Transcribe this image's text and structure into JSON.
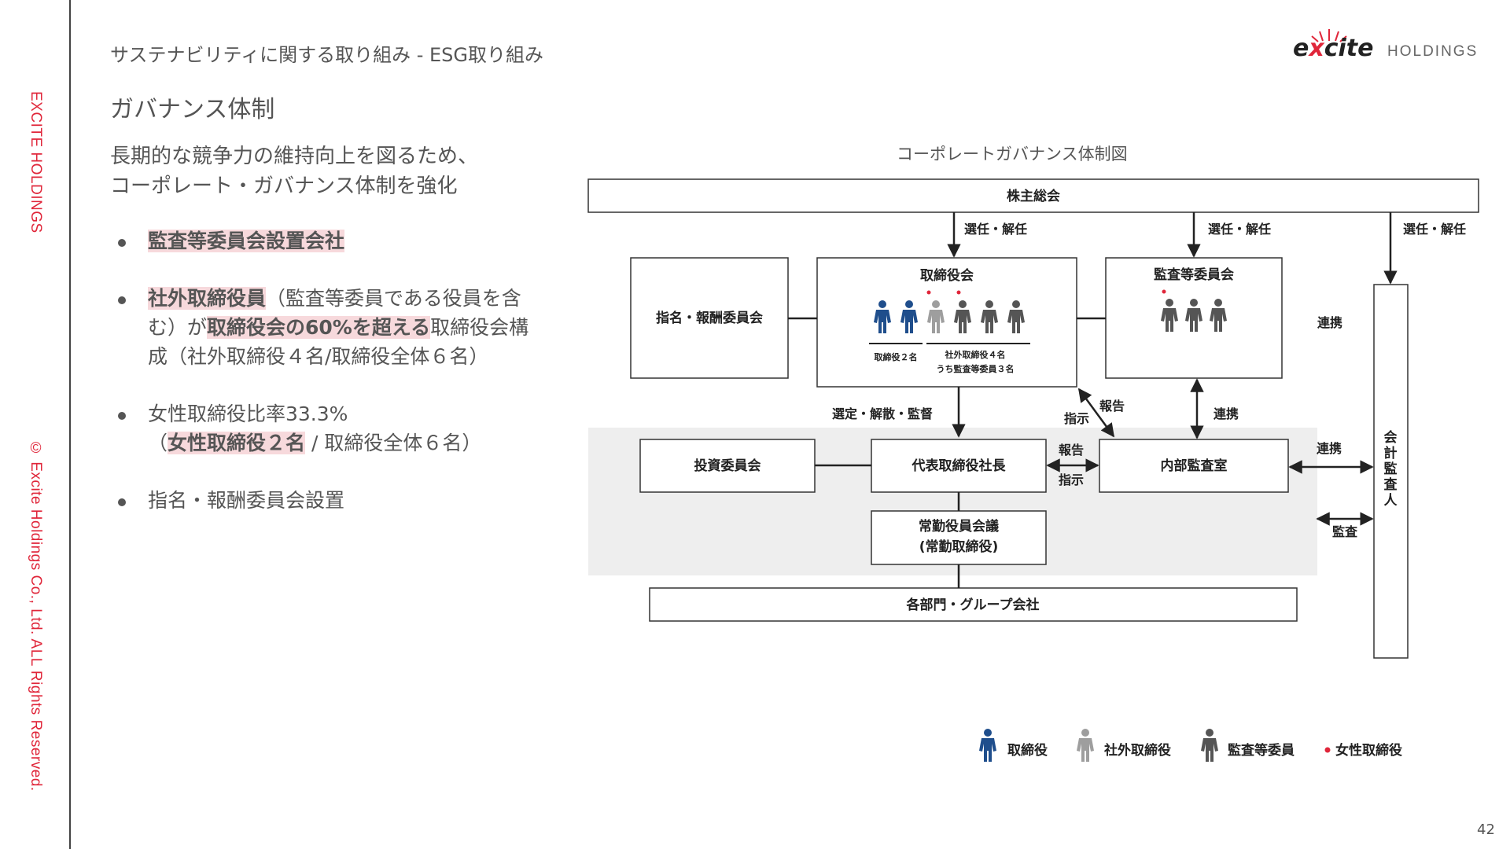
{
  "sidebar": {
    "company": "EXCITE HOLDINGS",
    "copyright": "© Excite Holdings Co., Ltd. ALL Rights Reserved."
  },
  "header": {
    "breadcrumb": "サステナビリティに関する取り組み - ESG取り組み",
    "logo_main_1": "e",
    "logo_main_x": "x",
    "logo_main_2": "cite",
    "logo_sub": "HOLDINGS"
  },
  "section_title": "ガバナンス体制",
  "lead": {
    "line1": "長期的な競争力の維持向上を図るため、",
    "line2": "コーポレート・ガバナンス体制を強化"
  },
  "bullets": {
    "b1": {
      "highlight": "監査等委員会設置会社"
    },
    "b2": {
      "h1": "社外取締役員",
      "t1": "（監査等委員である役員を含む）が",
      "h2": "取締役会の60%を超える",
      "t2": "取締役会構成（社外取締役４名/取締役全体６名）"
    },
    "b3": {
      "line1": "女性取締役比率33.3%",
      "pre": "（",
      "highlight": "女性取締役２名",
      "post": " / 取締役全体６名）"
    },
    "b4": {
      "text": "指名・報酬委員会設置"
    }
  },
  "diagram": {
    "title": "コーポレートガバナンス体制図",
    "shareholders": "株主総会",
    "elect1": "選任・解任",
    "elect2": "選任・解任",
    "elect3": "選任・解任",
    "nomination": "指名・報酬委員会",
    "board": "取締役会",
    "board_directors": "取締役２名",
    "board_outside": "社外取締役４名",
    "board_outside_sub": "うち監査等委員３名",
    "audit_committee": "監査等委員会",
    "renkei_right": "連携",
    "appoint": "選定・解散・監督",
    "shiji1": "指示",
    "houkoku1": "報告",
    "renkei_mid": "連携",
    "investment": "投資委員会",
    "president": "代表取締役社長",
    "houkoku2": "報告",
    "shiji2": "指示",
    "internal_audit": "内部監査室",
    "renkei_ext": "連携",
    "kansa": "監査",
    "auditor": [
      "会",
      "計",
      "監",
      "査",
      "人"
    ],
    "exec_meeting1": "常勤役員会議",
    "exec_meeting2": "(常勤取締役)",
    "departments": "各部門・グループ会社"
  },
  "legend": {
    "director": "取締役",
    "outside": "社外取締役",
    "audit_member": "監査等委員",
    "female": "女性取締役"
  },
  "colors": {
    "accent": "#e0263a",
    "director": "#1f4e8c",
    "outside": "#9e9e9e",
    "audit_member": "#555555",
    "highlight": "#f7d9dc",
    "shade": "#eeeeee"
  },
  "page_number": "42"
}
